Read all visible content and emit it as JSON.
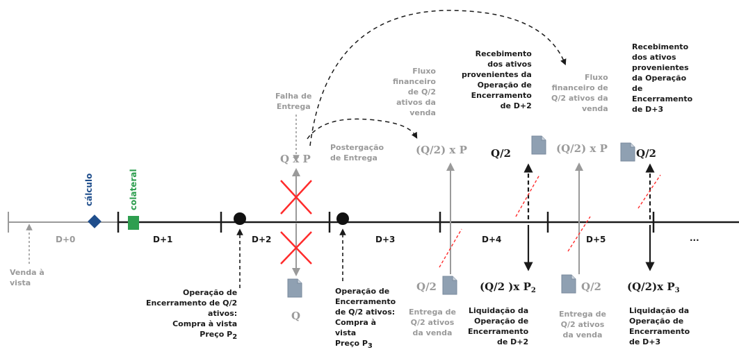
{
  "days": [
    "D+0",
    "D+1",
    "D+2",
    "D+3",
    "D+4",
    "D+5",
    "..."
  ],
  "markers": {
    "calculo": "cálculo",
    "colateral": "colateral"
  },
  "labels": {
    "venda": "Venda à\nvista",
    "falha": "Falha de\nEntrega",
    "qxp": "Q x P",
    "q": "Q",
    "postergacao": "Postergação\nde Entrega",
    "op_d2": "Operação de\nEncerramento de Q/2\nativos:\nCompra à vista\nPreço P",
    "op_d3": "Operação de\nEncerramento\nde Q/2 ativos:\nCompra à\nvista\nPreço P",
    "fluxo1": "Fluxo\nfinanceiro\nde Q/2\nativos da\nvenda",
    "fluxo2": "Fluxo\nfinanceiro de\nQ/2 ativos da\nvenda",
    "receb_d2": "Recebimento\ndos ativos\nprovenientes da\nOperação de\nEncerramento\nde D+2",
    "receb_d3": "Recebimento\ndos ativos\nprovenientes\nda Operação\nde\nEncerramento\nde D+3",
    "q2p_1": "(Q/2) x P",
    "q2p_2": "(Q/2) x P",
    "q2_top1": "Q/2",
    "q2_top2": "Q/2",
    "q2_bot1": "Q/2",
    "q2_bot2": "Q/2",
    "q2p2_main": "(Q/2 )x P",
    "q2p3_main": "(Q/2)x P",
    "entrega1": "Entrega de\nQ/2 ativos\nda venda",
    "entrega2": "Entrega de\nQ/2 ativos\nda venda",
    "liq_d2": "Liquidação da\nOperação de\nEncerramento\nde D+2",
    "liq_d3": "Liquidação da\nOperação de\nEncerramento\nde D+3",
    "sub2": "2",
    "sub3": "3"
  },
  "colors": {
    "calculo": "#1f4e8c",
    "colateral": "#2e9e4f",
    "cross": "#ff2b2b",
    "gray": "#9a9a9a",
    "dark": "#1a1a1a"
  }
}
